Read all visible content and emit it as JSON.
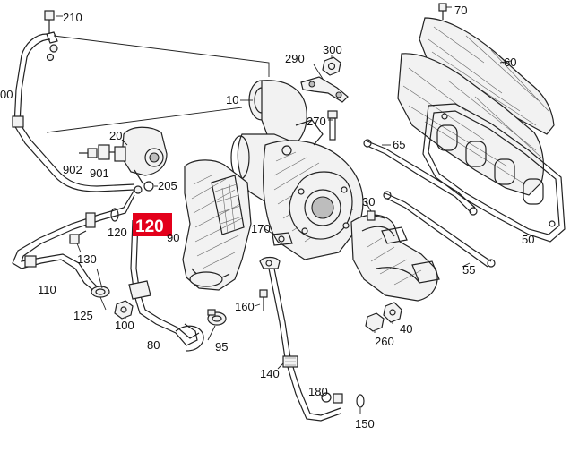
{
  "callouts": {
    "c210": "210",
    "c70": "70",
    "c290": "290",
    "c300": "300",
    "c60": "60",
    "c100_top": "00",
    "c10": "10",
    "c270": "270",
    "c20": "20",
    "c902": "902",
    "c901": "901",
    "c205": "205",
    "c65": "65",
    "c120": "120",
    "c120_hl": "120",
    "c90": "90",
    "c170": "170",
    "c30": "30",
    "c50": "50",
    "c130": "130",
    "c110": "110",
    "c55": "55",
    "c125": "125",
    "c100": "100",
    "c160": "160",
    "c80": "80",
    "c95": "95",
    "c260": "260",
    "c40": "40",
    "c140": "140",
    "c180": "180",
    "c150": "150"
  },
  "highlight": {
    "part": "120",
    "color": "#e3001b"
  }
}
